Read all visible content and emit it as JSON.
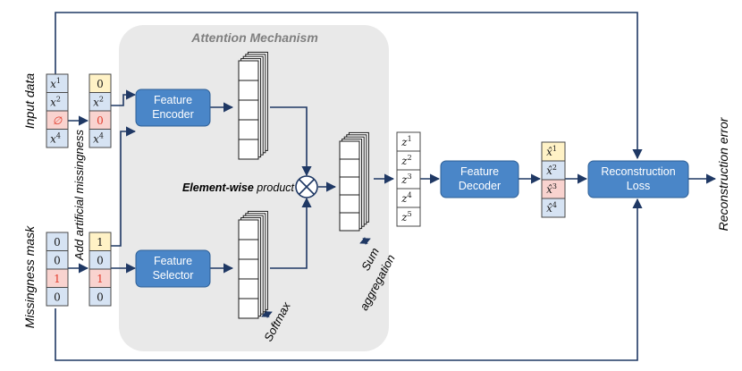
{
  "colors": {
    "line": "#1f3864",
    "block": "#4a86c8",
    "block_border": "#2e5f95",
    "attention_bg": "#e9e9e9",
    "cell_blue": "#d6e3f3",
    "cell_yellow": "#fff2c6",
    "cell_red": "#f9d3cf",
    "missing_red": "#e23c2c"
  },
  "labels": {
    "input_data": "Input data",
    "missingness_mask": "Missingness mask",
    "add_missingness": "Add artificial missingness",
    "attention": "Attention Mechanism",
    "elementwise_bold": "Element-wise",
    "elementwise_rest": " product",
    "sum": "Sum",
    "aggregation": "aggregation",
    "softmax": "Softmax",
    "recon_error": "Reconstruction error"
  },
  "blocks": {
    "encoder": [
      "Feature",
      "Encoder"
    ],
    "selector": [
      "Feature",
      "Selector"
    ],
    "decoder": [
      "Feature",
      "Decoder"
    ],
    "loss": [
      "Reconstruction",
      "Loss"
    ]
  },
  "input_vec": [
    {
      "base": "x",
      "sup": "1",
      "fill": "blue"
    },
    {
      "base": "x",
      "sup": "2",
      "fill": "blue"
    },
    {
      "base": "∅",
      "sup": "",
      "fill": "red",
      "missing": true
    },
    {
      "base": "x",
      "sup": "4",
      "fill": "blue"
    }
  ],
  "masked_vec": [
    {
      "base": "0",
      "sup": "",
      "fill": "yellow"
    },
    {
      "base": "x",
      "sup": "2",
      "fill": "blue"
    },
    {
      "base": "0",
      "sup": "",
      "fill": "red"
    },
    {
      "base": "x",
      "sup": "4",
      "fill": "blue"
    }
  ],
  "mask_vec": [
    {
      "base": "0",
      "sup": "",
      "fill": "blue"
    },
    {
      "base": "0",
      "sup": "",
      "fill": "blue"
    },
    {
      "base": "1",
      "sup": "",
      "fill": "red"
    },
    {
      "base": "0",
      "sup": "",
      "fill": "blue"
    }
  ],
  "new_mask_vec": [
    {
      "base": "1",
      "sup": "",
      "fill": "yellow"
    },
    {
      "base": "0",
      "sup": "",
      "fill": "blue"
    },
    {
      "base": "1",
      "sup": "",
      "fill": "red"
    },
    {
      "base": "0",
      "sup": "",
      "fill": "blue"
    }
  ],
  "z_vec": [
    {
      "base": "z",
      "sup": "1"
    },
    {
      "base": "z",
      "sup": "2"
    },
    {
      "base": "z",
      "sup": "3"
    },
    {
      "base": "z",
      "sup": "4"
    },
    {
      "base": "z",
      "sup": "5"
    }
  ],
  "xhat_vec": [
    {
      "base": "x̂",
      "sup": "1",
      "fill": "yellow"
    },
    {
      "base": "x̂",
      "sup": "2",
      "fill": "blue"
    },
    {
      "base": "x̂",
      "sup": "3",
      "fill": "red"
    },
    {
      "base": "x̂",
      "sup": "4",
      "fill": "blue"
    }
  ]
}
